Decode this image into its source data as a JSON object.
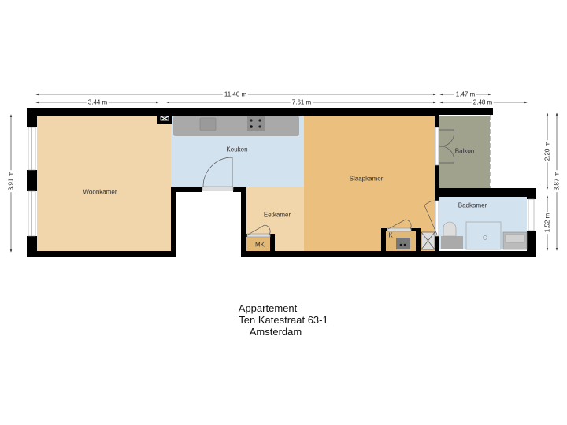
{
  "caption": {
    "line1": "Appartement",
    "line2": "Ten Katestraat 63-1",
    "line3": "Amsterdam"
  },
  "rooms": [
    {
      "id": "woonkamer",
      "label": "Woonkamer",
      "color": "#f1d6ab"
    },
    {
      "id": "keuken",
      "label": "Keuken",
      "color": "#d3e2ef"
    },
    {
      "id": "eetkamer",
      "label": "Eetkamer",
      "color": "#f1d6ab"
    },
    {
      "id": "slaapkamer",
      "label": "Slaapkamer",
      "color": "#ebc07f"
    },
    {
      "id": "balkon",
      "label": "Balkon",
      "color": "#a0a28e"
    },
    {
      "id": "badkamer",
      "label": "Badkamer",
      "color": "#d3e2ef"
    },
    {
      "id": "mk",
      "label": "MK",
      "color": "#e2b877"
    },
    {
      "id": "k",
      "label": "K",
      "color": "#e2b877"
    }
  ],
  "dimensions": {
    "top_total": "11.40 m",
    "top_woonkamer": "3.44 m",
    "top_middle": "7.61 m",
    "top_balkon": "1.47 m",
    "top_right": "2.48 m",
    "left_height": "3.91 m",
    "right_balkon": "2.20 m",
    "right_badkamer": "1.52 m",
    "right_total": "3.87 m"
  },
  "colors": {
    "wall": "#000000",
    "counter": "#a9a9a9",
    "dim_line": "#222222"
  }
}
